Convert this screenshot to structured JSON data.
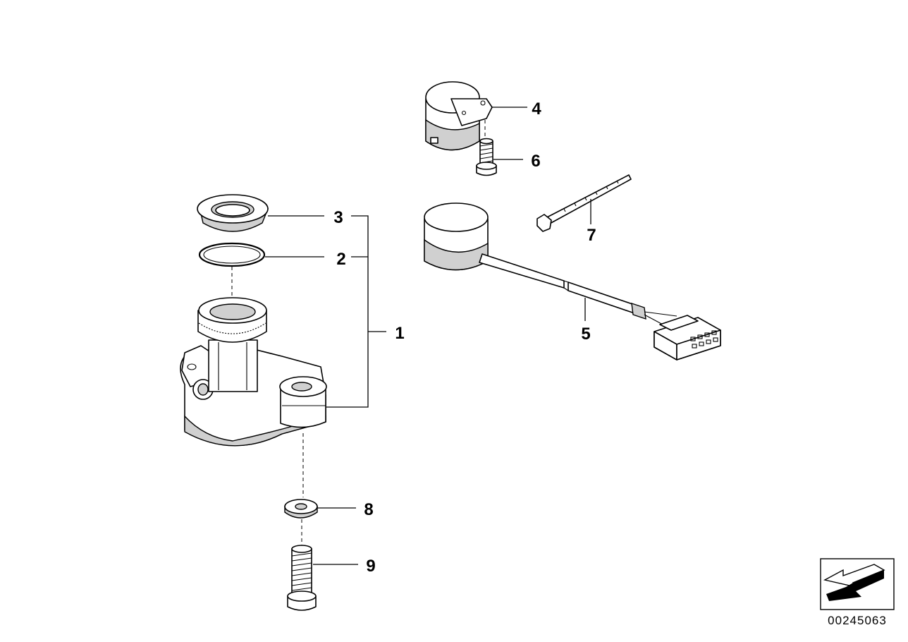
{
  "callouts": [
    "1",
    "2",
    "3",
    "4",
    "5",
    "6",
    "7",
    "8",
    "9"
  ],
  "reference_number": "00245063",
  "icons": {
    "corner_arrow": "arrow-left-down-icon"
  }
}
